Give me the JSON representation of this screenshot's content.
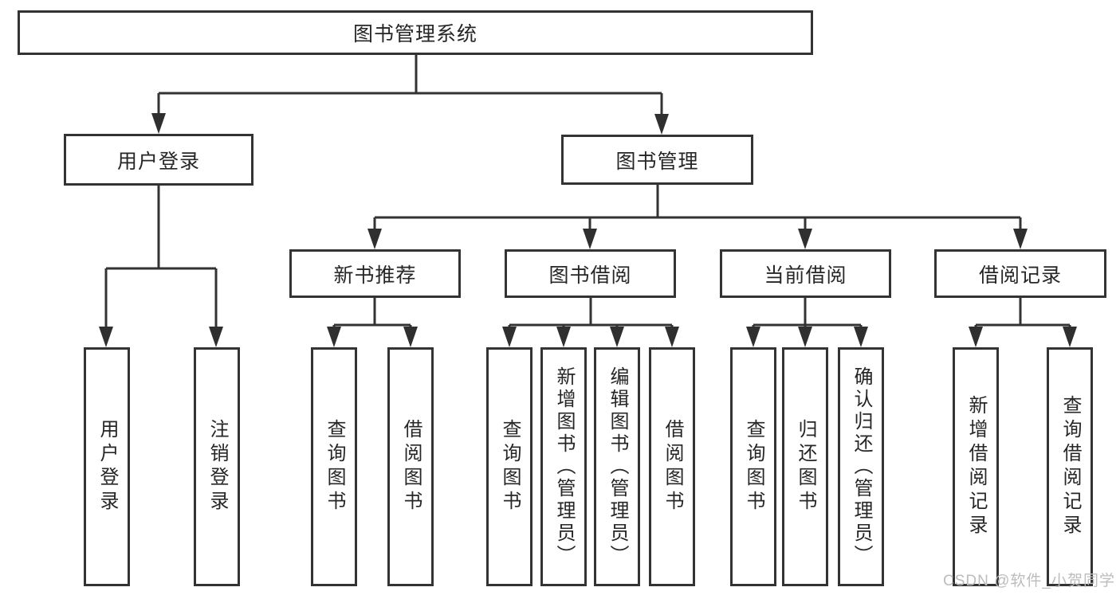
{
  "diagram": {
    "root": {
      "label": "图书管理系统"
    },
    "branches": [
      {
        "label": "用户登录",
        "children": [
          {
            "label": "用户登录"
          },
          {
            "label": "注销登录"
          }
        ]
      },
      {
        "label": "图书管理",
        "children": [
          {
            "label": "新书推荐",
            "children": [
              {
                "label": "查询图书"
              },
              {
                "label": "借阅图书"
              }
            ]
          },
          {
            "label": "图书借阅",
            "children": [
              {
                "label": "查询图书"
              },
              {
                "label": "新增图书（管理员）"
              },
              {
                "label": "编辑图书（管理员）"
              },
              {
                "label": "借阅图书"
              }
            ]
          },
          {
            "label": "当前借阅",
            "children": [
              {
                "label": "查询图书"
              },
              {
                "label": "归还图书"
              },
              {
                "label": "确认归还（管理员）"
              }
            ]
          },
          {
            "label": "借阅记录",
            "children": [
              {
                "label": "新增借阅记录"
              },
              {
                "label": "查询借阅记录"
              }
            ]
          }
        ]
      }
    ],
    "watermark": "CSDN @软件_小贺同学",
    "colors": {
      "line": "#333333",
      "text": "#262626",
      "watermark": "#bcbcbc",
      "background": "#ffffff"
    }
  }
}
